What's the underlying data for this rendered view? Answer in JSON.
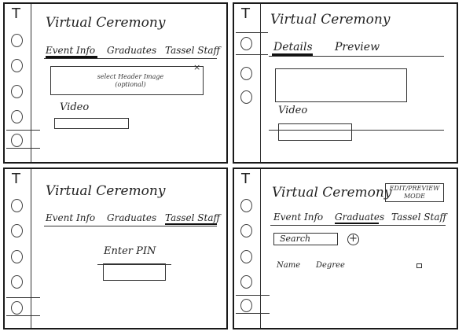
{
  "rail": {
    "top_glyph": "T"
  },
  "panel1": {
    "title": "Virtual Ceremony",
    "tabs": [
      "Event Info",
      "Graduates",
      "Tassel Staff"
    ],
    "placeholder_line1": "select Header Image",
    "placeholder_line2": "(optional)",
    "close_glyph": "×",
    "video_label": "Video"
  },
  "panel2": {
    "title": "Virtual Ceremony",
    "tabs": [
      "Details",
      "Preview"
    ],
    "video_label": "Video"
  },
  "panel3": {
    "title": "Virtual Ceremony",
    "tabs": [
      "Event Info",
      "Graduates",
      "Tassel Staff"
    ],
    "pin_label": "Enter PIN"
  },
  "panel4": {
    "title": "Virtual Ceremony",
    "mode_line1": "EDIT/PREVIEW",
    "mode_line2": "MODE",
    "tabs": [
      "Event Info",
      "Graduates",
      "Tassel Staff"
    ],
    "search_label": "Search",
    "add_glyph": "+",
    "columns": [
      "Name",
      "Degree"
    ]
  }
}
